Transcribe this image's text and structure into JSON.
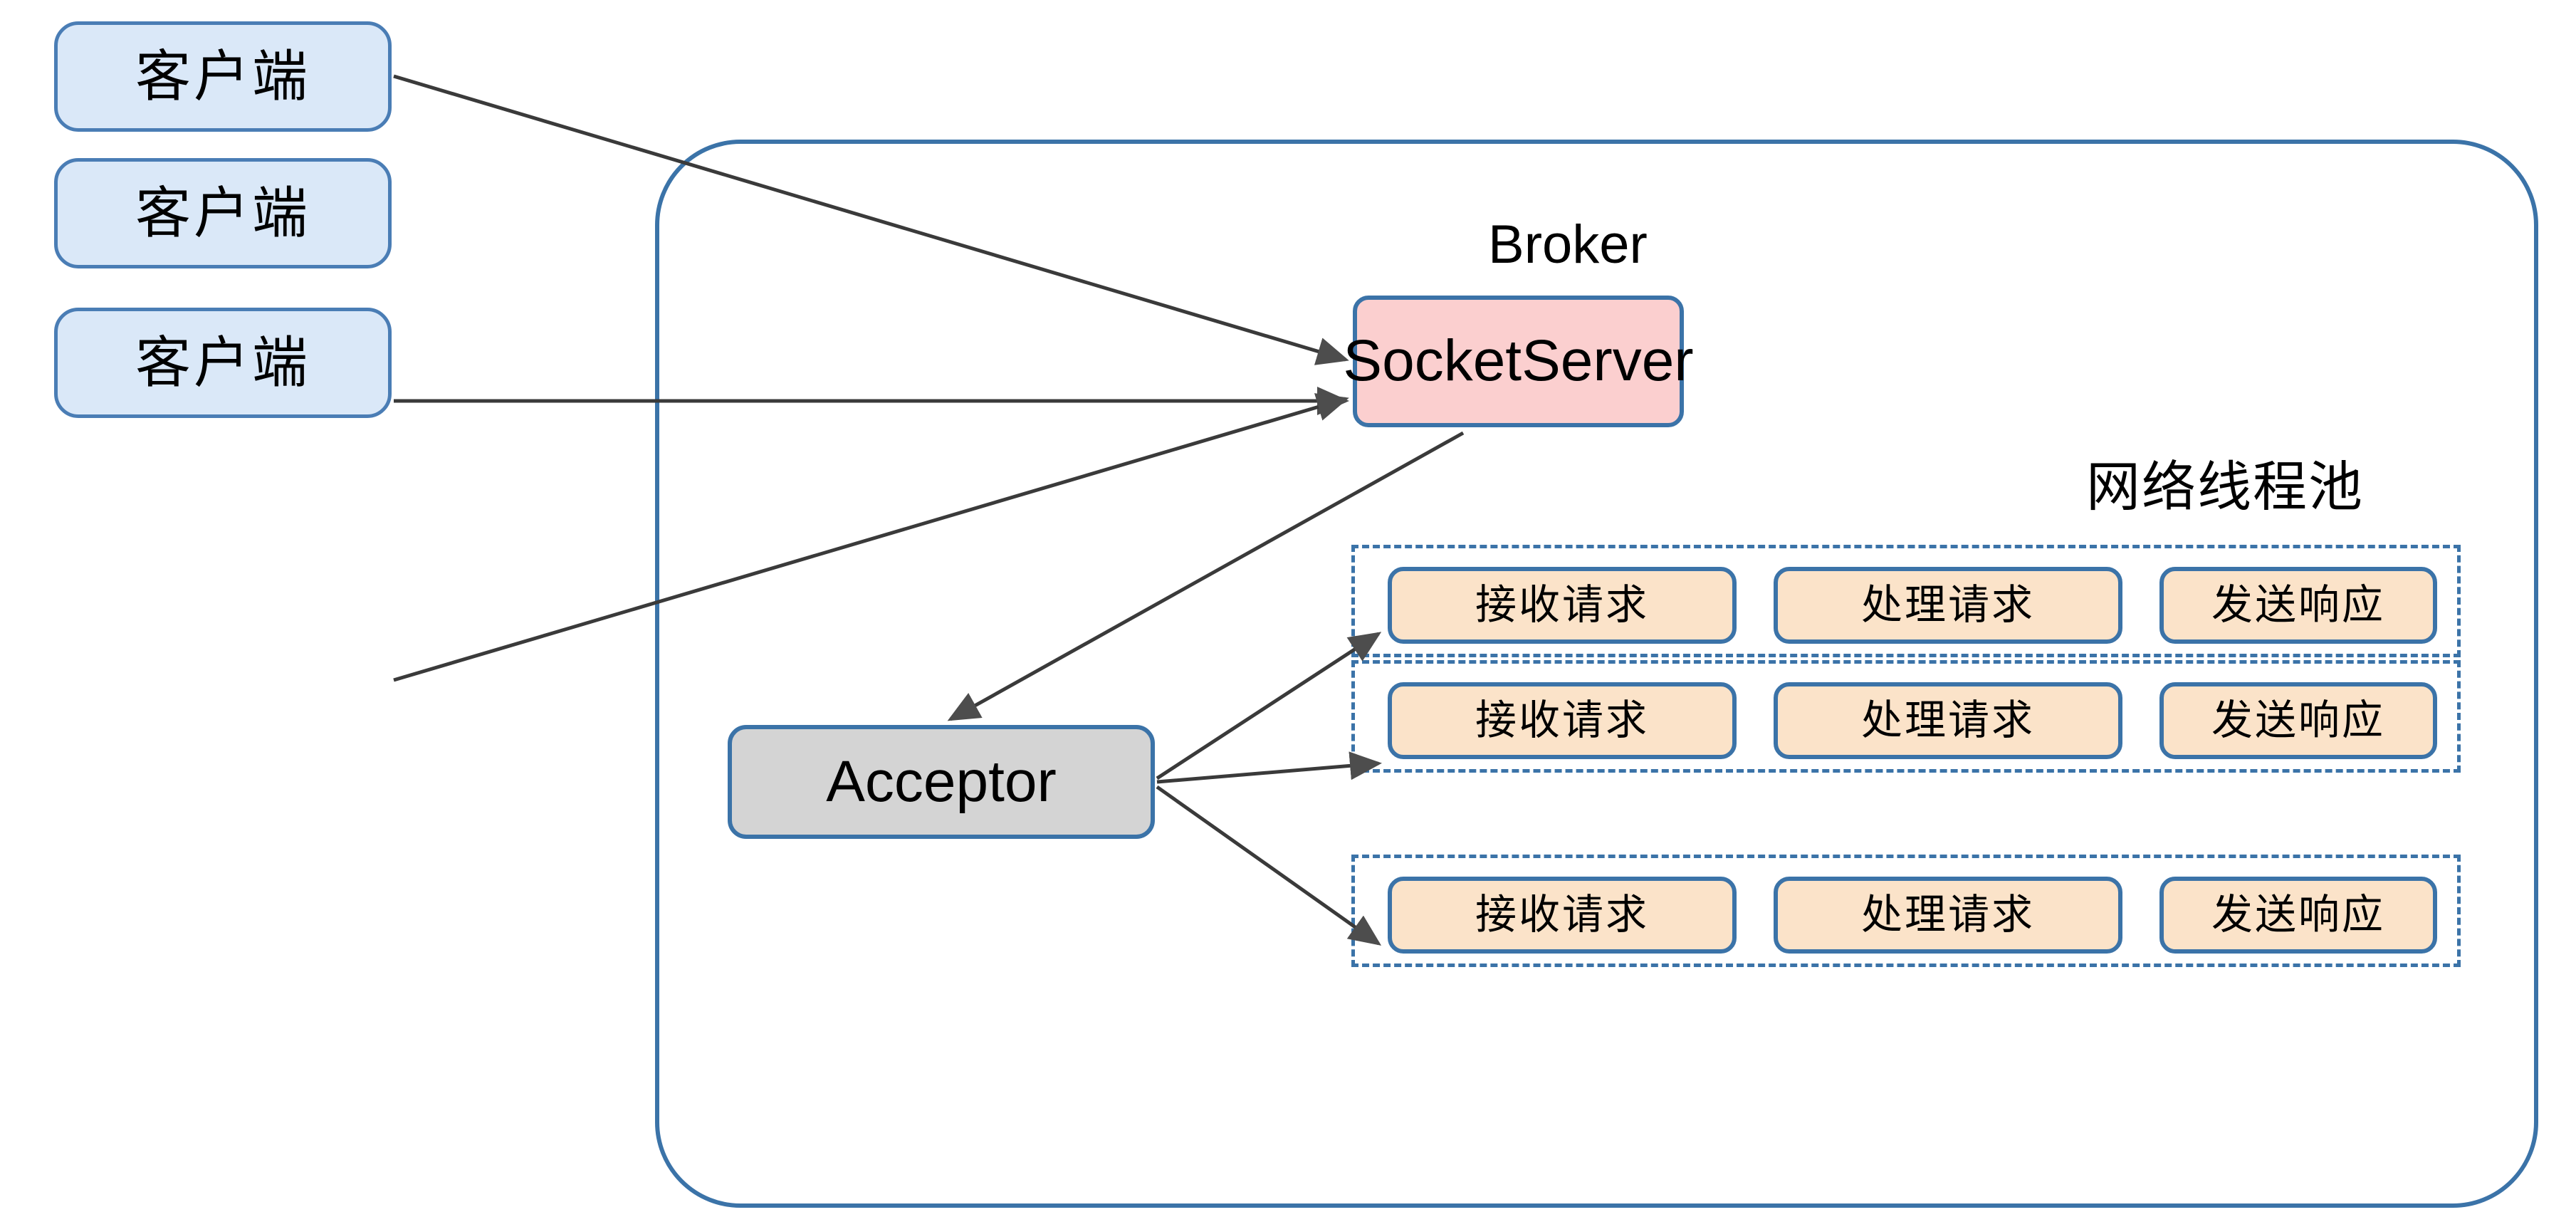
{
  "diagram": {
    "title": "Kafka Broker SocketServer network thread pool diagram",
    "colors": {
      "client_fill": "#dae8f8",
      "client_border": "#4a7db5",
      "socketserver_fill": "#fbcfcf",
      "acceptor_fill": "#d4d4d4",
      "task_fill": "#fbe3c9",
      "border_blue": "#3b73a8",
      "arrow": "#4d4d4d",
      "background": "#ffffff"
    }
  },
  "clients": [
    {
      "label": "客户端"
    },
    {
      "label": "客户端"
    },
    {
      "label": "客户端"
    }
  ],
  "broker": {
    "label": "Broker",
    "socket_server": {
      "label": "SocketServer"
    },
    "acceptor": {
      "label": "Acceptor"
    },
    "thread_pool": {
      "label": "网络线程池",
      "rows": [
        {
          "tasks": [
            {
              "label": "接收请求"
            },
            {
              "label": "处理请求"
            },
            {
              "label": "发送响应"
            }
          ]
        },
        {
          "tasks": [
            {
              "label": "接收请求"
            },
            {
              "label": "处理请求"
            },
            {
              "label": "发送响应"
            }
          ]
        },
        {
          "tasks": [
            {
              "label": "接收请求"
            },
            {
              "label": "处理请求"
            },
            {
              "label": "发送响应"
            }
          ]
        }
      ]
    }
  }
}
